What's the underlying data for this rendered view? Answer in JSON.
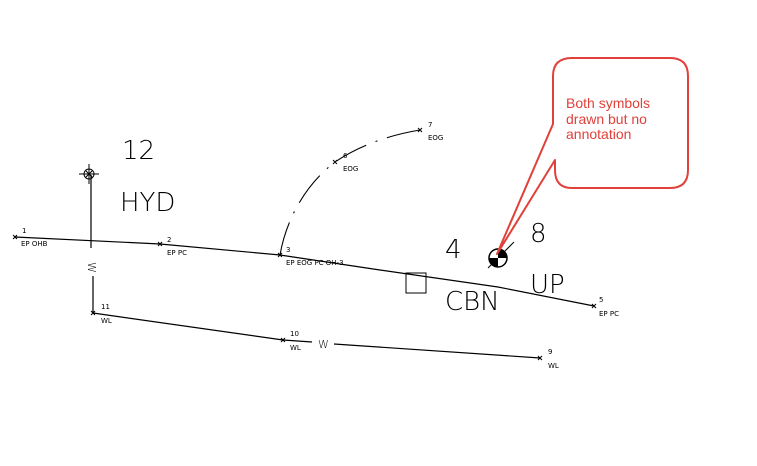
{
  "points": [
    {
      "num": "1",
      "code": "EP OHB"
    },
    {
      "num": "2",
      "code": "EP PC"
    },
    {
      "num": "3",
      "code": "EP EOG PC OH-3"
    },
    {
      "num": "5",
      "code": "EP PC"
    },
    {
      "num": "6",
      "code": "EOG"
    },
    {
      "num": "7",
      "code": "EOG"
    },
    {
      "num": "9",
      "code": "WL"
    },
    {
      "num": "10",
      "code": "WL"
    },
    {
      "num": "11",
      "code": "WL"
    }
  ],
  "labels": {
    "hyd_number": "12",
    "hyd_text": "HYD",
    "cbn_number": "4",
    "cbn_text": "CBN",
    "up_number": "8",
    "up_text": "UP",
    "water_line_marker": "W",
    "water_line_marker_vertical": "W"
  },
  "callout": {
    "text": "Both symbols\ndrawn but no\nannotation",
    "border_color": "#e0413a",
    "fill_color": "#ffffff",
    "text_color": "#e0413a"
  }
}
